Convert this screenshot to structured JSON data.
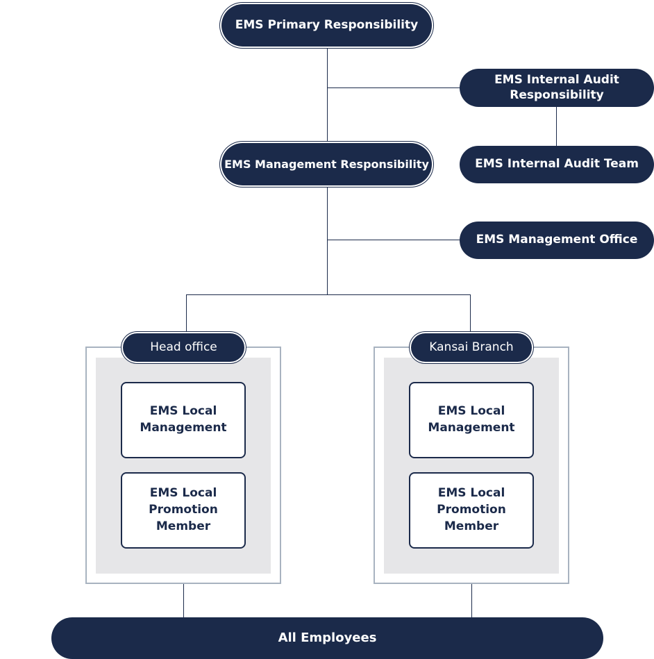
{
  "colors": {
    "navy": "#1b2a4a",
    "outline": "#a8b3c0",
    "gray_panel": "#e6e6e8",
    "white": "#ffffff"
  },
  "nodes": {
    "primary": "EMS Primary Responsibility",
    "internal_audit": "EMS Internal Audit Responsibility",
    "internal_audit_team": "EMS Internal Audit Team",
    "management": "EMS Management Responsibility",
    "management_office": "EMS Management Office",
    "all_employees": "All Employees"
  },
  "branches": [
    {
      "label": "Head office",
      "cards": [
        "EMS Local Management",
        "EMS Local Promotion Member"
      ]
    },
    {
      "label": "Kansai Branch",
      "cards": [
        "EMS Local Management",
        "EMS Local Promotion Member"
      ]
    }
  ]
}
